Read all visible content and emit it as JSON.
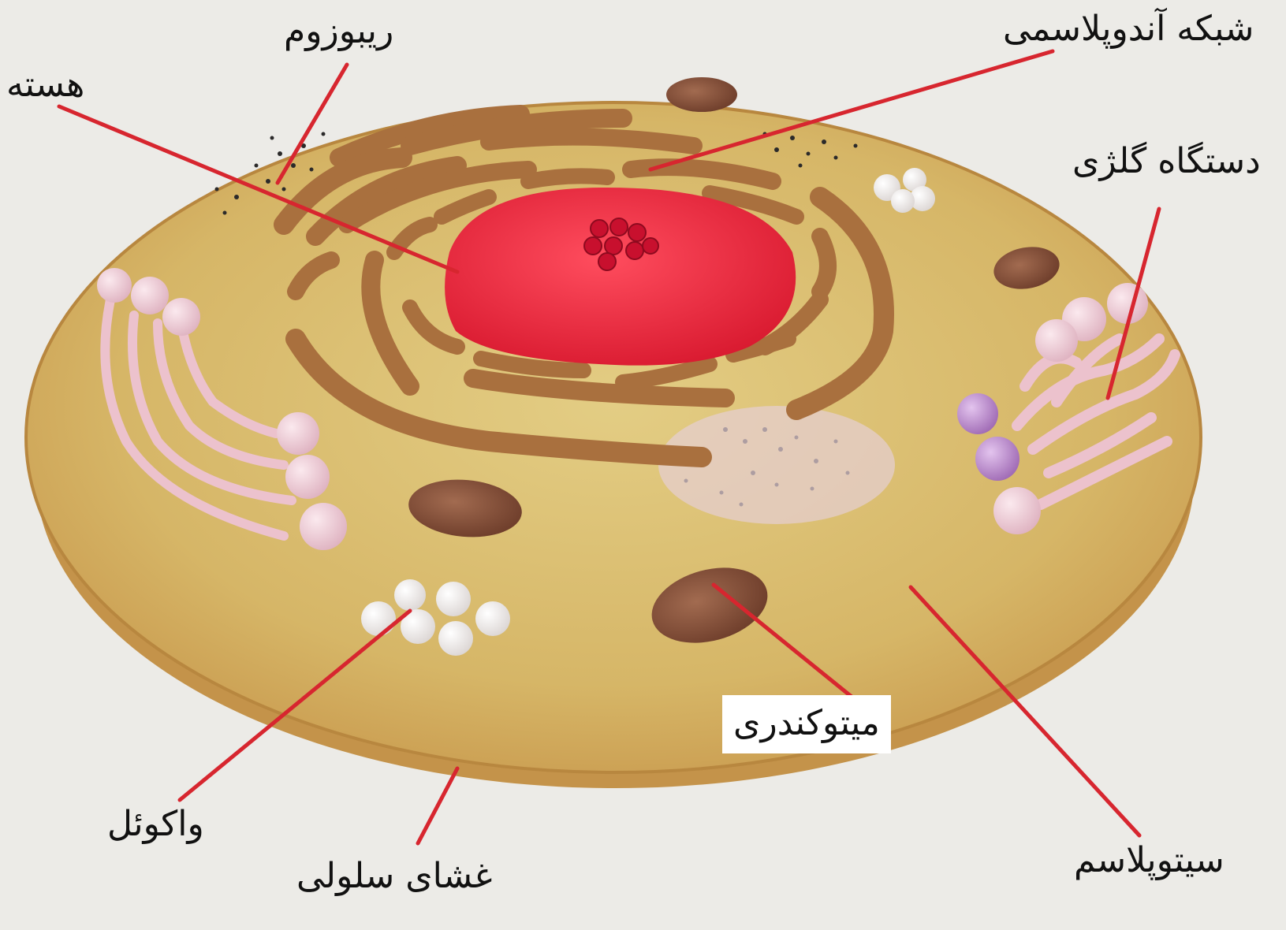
{
  "labels": {
    "ribosome": "ریبوزوم",
    "nucleus": "هسته",
    "endoplasmic_reticulum": "شبکه آندوپلاسمی",
    "golgi": "دستگاه گلژی",
    "mitochondria": "میتوکندری",
    "vacuole": "واکوئل",
    "cell_membrane": "غشای سلولی",
    "cytoplasm": "سیتوپلاسم"
  },
  "colors": {
    "background": "#ecebe7",
    "cake": "#d6b667",
    "cake_edge": "#c99a4e",
    "nucleus": "#e8243a",
    "er": "#a9703e",
    "pointer_line": "#d7262f",
    "pink_candy": "#e8c4cf",
    "purple_candy": "#b987c9",
    "almond": "#7b4a36"
  }
}
